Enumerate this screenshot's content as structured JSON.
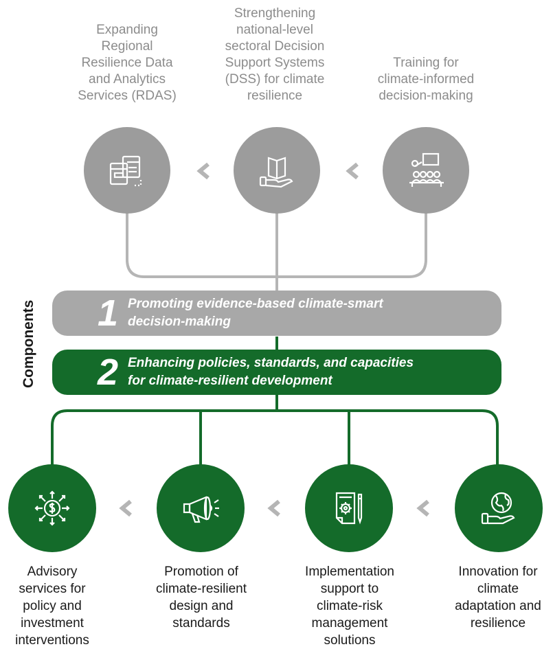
{
  "side_label": "Components",
  "top_items": [
    {
      "label": "Expanding\nRegional\nResilience Data\nand Analytics\nServices (RDAS)",
      "icon": "data-storage-icon"
    },
    {
      "label": "Strengthening\nnational-level\nsectoral Decision\nSupport Systems\n(DSS) for climate\nresilience",
      "icon": "book-hand-icon"
    },
    {
      "label": "Training for\nclimate-informed\ndecision-making",
      "icon": "training-class-icon"
    }
  ],
  "components": [
    {
      "number": "1",
      "text": "Promoting evidence-based climate-smart\ndecision-making",
      "color": "#a8a8a8"
    },
    {
      "number": "2",
      "text": "Enhancing policies, standards, and capacities\nfor climate-resilient development",
      "color": "#146b2a"
    }
  ],
  "bottom_items": [
    {
      "label": "Advisory\nservices for\npolicy and\ninvestment\ninterventions",
      "icon": "money-arrows-icon"
    },
    {
      "label": "Promotion of\nclimate-resilient\ndesign and\nstandards",
      "icon": "megaphone-icon"
    },
    {
      "label": "Implementation\nsupport to\nclimate-risk\nmanagement\nsolutions",
      "icon": "document-gear-icon"
    },
    {
      "label": "Innovation for\nclimate\nadaptation and\nresilience",
      "icon": "globe-hand-icon"
    }
  ],
  "colors": {
    "gray": "#9c9c9c",
    "green": "#146b2a"
  }
}
